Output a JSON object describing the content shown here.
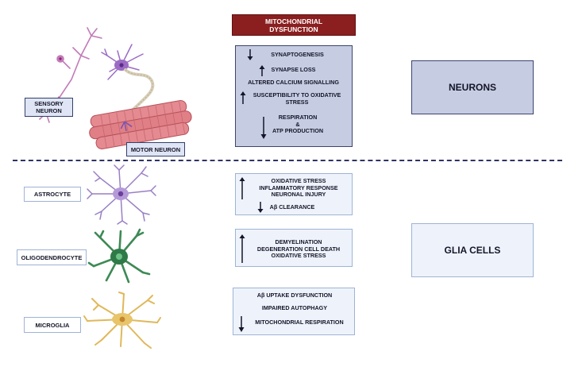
{
  "header": {
    "title_line1": "MITOCHONDRIAL",
    "title_line2": "DYSFUNCTION"
  },
  "neurons": {
    "group_label": "NEURONS",
    "sensory_label_line1": "SENSORY",
    "sensory_label_line2": "NEURON",
    "motor_label": "MOTOR NEURON",
    "effects": {
      "e1": "SYNAPTOGENESIS",
      "e2": "SYNAPSE LOSS",
      "e3": "ALTERED CALCIUM SIGNALLING",
      "e4_line1": "SUSCEPTIBILITY TO OXIDATIVE",
      "e4_line2": "STRESS",
      "e5_line1": "RESPIRATION",
      "e5_line2": "&",
      "e5_line3": "ATP PRODUCTION"
    }
  },
  "glia": {
    "group_label": "GLIA CELLS",
    "astrocyte": {
      "label": "ASTROCYTE",
      "e1": "OXIDATIVE STRESS",
      "e2": "INFLAMMATORY RESPONSE",
      "e3": "NEURONAL INJURY",
      "e4": "Aβ CLEARANCE"
    },
    "oligodendrocyte": {
      "label": "OLIGODENDROCYTE",
      "e1": "DEMYELINATION",
      "e2": "DEGENERATION CELL DEATH",
      "e3": "OXIDATIVE STRESS"
    },
    "microglia": {
      "label": "MICROGLIA",
      "e1": "Aβ UPTAKE DYSFUNCTION",
      "e2": "IMPAIRED AUTOPHAGY",
      "e3": "MITOCHONDRIAL RESPIRATION"
    }
  },
  "colors": {
    "title_bg": "#8b1f1f",
    "neuron_panel_bg": "#c6cde2",
    "glia_panel_bg": "#eef3fb",
    "divider": "#2d3464",
    "sensory_neuron": "#c27bb8",
    "motor_neuron": "#9c6cc4",
    "muscle": "#e07f86",
    "astrocyte": "#9a7fc4",
    "oligodendrocyte": "#3d8a55",
    "microglia": "#e0b85a"
  },
  "icons": {
    "down": "arrow-down-icon",
    "up": "arrow-up-icon"
  }
}
